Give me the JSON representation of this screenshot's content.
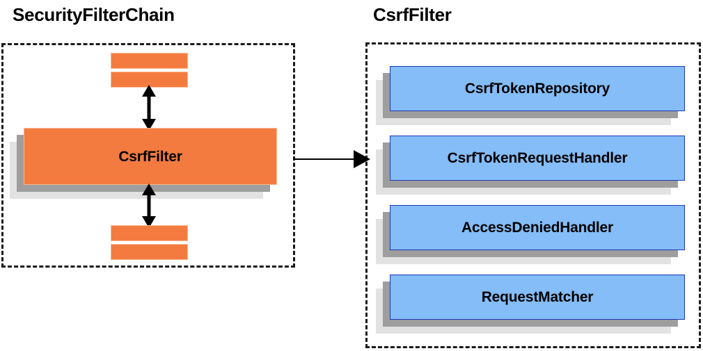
{
  "diagram": {
    "type": "architecture-diagram",
    "title_left": "SecurityFilterChain",
    "title_right": "CsrfFilter",
    "colors": {
      "filter_fill": "#f47b3f",
      "filter_border": "#f9b894",
      "collaborator_fill": "#84bdf7",
      "collaborator_border": "#1f36b4",
      "shadow_near": "#9e9e9e",
      "shadow_far": "#e2e2e2",
      "outline": "#1a1a1a",
      "background": "#ffffff"
    }
  },
  "left_panel": {
    "title": "SecurityFilterChain",
    "highlighted_filter": "CsrfFilter",
    "stub_filters_above": [
      "",
      ""
    ],
    "stub_filters_below": [
      "",
      ""
    ],
    "connector_above": "double-arrow-vertical",
    "connector_below": "double-arrow-vertical"
  },
  "right_panel": {
    "title": "CsrfFilter",
    "collaborators": [
      {
        "label": "CsrfTokenRepository"
      },
      {
        "label": "CsrfTokenRequestHandler"
      },
      {
        "label": "AccessDeniedHandler"
      },
      {
        "label": "RequestMatcher"
      }
    ]
  },
  "cross_connector": {
    "kind": "arrow-right",
    "from": "CsrfFilter",
    "to": "CsrfFilter detail panel"
  }
}
